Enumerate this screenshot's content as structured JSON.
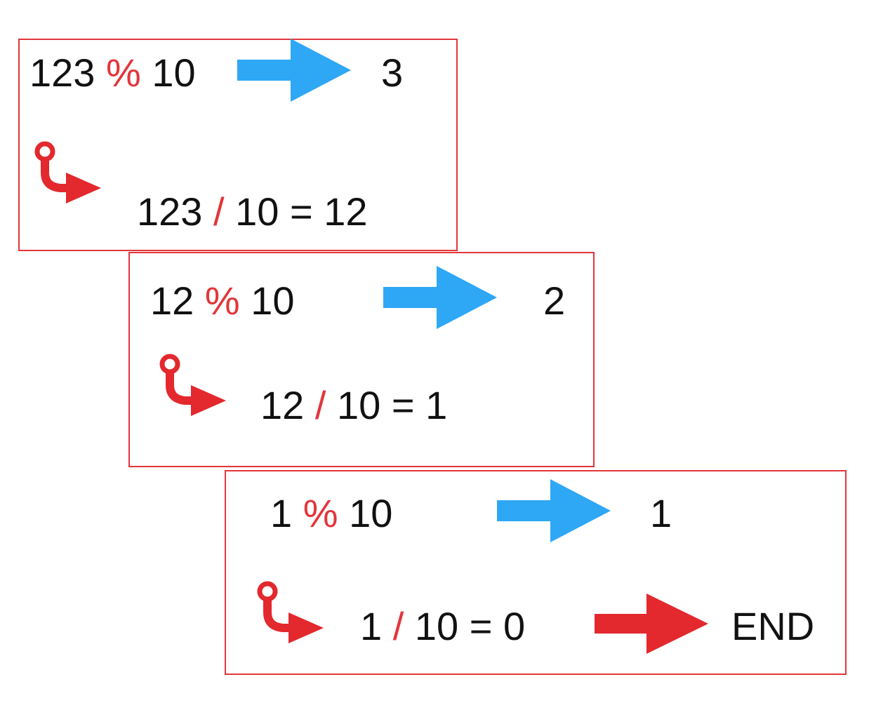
{
  "steps": [
    {
      "mod": {
        "dividend": "123",
        "operator": "%",
        "divisor": "10"
      },
      "digit": "3",
      "div": {
        "dividend": "123",
        "operator": "/",
        "divisor": "10",
        "equals": "=",
        "result": "12"
      }
    },
    {
      "mod": {
        "dividend": "12",
        "operator": "%",
        "divisor": "10"
      },
      "digit": "2",
      "div": {
        "dividend": "12",
        "operator": "/",
        "divisor": "10",
        "equals": "=",
        "result": "1"
      }
    },
    {
      "mod": {
        "dividend": "1",
        "operator": "%",
        "divisor": "10"
      },
      "digit": "1",
      "div": {
        "dividend": "1",
        "operator": "/",
        "divisor": "10",
        "equals": "=",
        "result": "0"
      },
      "end_label": "END"
    }
  ],
  "colors": {
    "box_border": "#e3353a",
    "operator": "#e3353a",
    "result_arrow": "#2ea7f5",
    "end_arrow": "#e3282e",
    "hook_arrow": "#e3282e"
  },
  "icons": {
    "result_arrow": "arrow-right-icon",
    "next_step": "hook-arrow-icon",
    "end_arrow": "arrow-right-icon"
  }
}
